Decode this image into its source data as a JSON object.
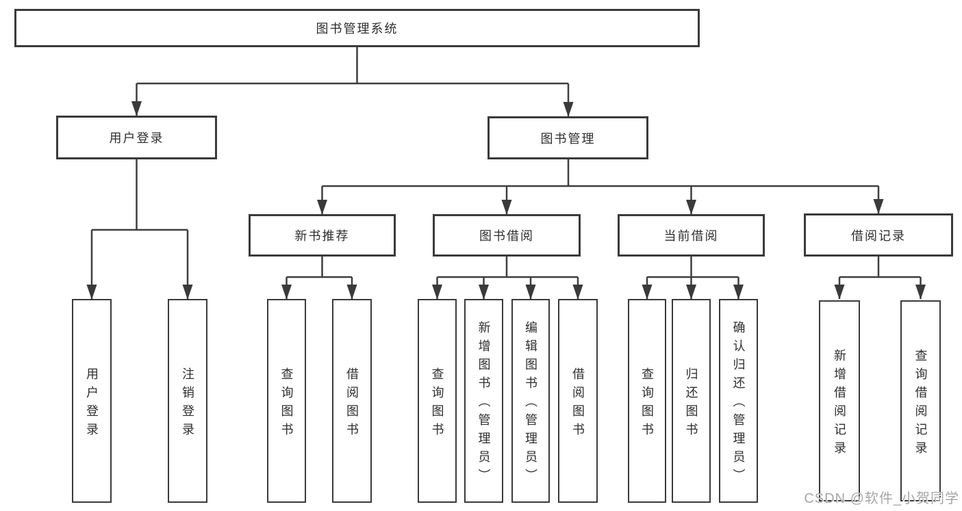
{
  "tree": {
    "label": "图书管理系统",
    "children": [
      {
        "label": "用户登录",
        "children": [
          {
            "label": "用户登录"
          },
          {
            "label": "注销登录"
          }
        ]
      },
      {
        "label": "图书管理",
        "children": [
          {
            "label": "新书推荐",
            "children": [
              {
                "label": "查询图书"
              },
              {
                "label": "借阅图书"
              }
            ]
          },
          {
            "label": "图书借阅",
            "children": [
              {
                "label": "查询图书"
              },
              {
                "label": "新增图书（管理员）"
              },
              {
                "label": "编辑图书（管理员）"
              },
              {
                "label": "借阅图书"
              }
            ]
          },
          {
            "label": "当前借阅",
            "children": [
              {
                "label": "查询图书"
              },
              {
                "label": "归还图书"
              },
              {
                "label": "确认归还（管理员）"
              }
            ]
          },
          {
            "label": "借阅记录",
            "children": [
              {
                "label": "新增借阅记录"
              },
              {
                "label": "查询借阅记录"
              }
            ]
          }
        ]
      }
    ]
  },
  "watermark": {
    "text": "CSDN @软件_小贺同学"
  },
  "colors": {
    "border": "#3a3a3a",
    "line": "#3e3e3e",
    "text": "#2e2e2e",
    "watermark": "#a6a6a6",
    "background": "#ffffff"
  }
}
